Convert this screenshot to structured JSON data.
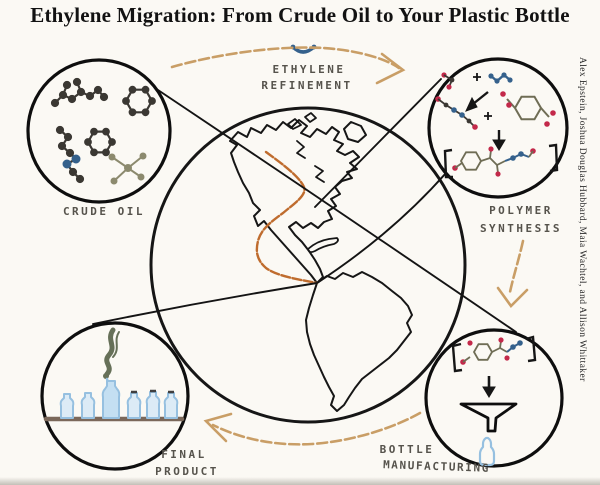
{
  "title": "Ethylene Migration: From Crude Oil to Your Plastic Bottle",
  "credit": "Alex Epstein, Joshua Douglas Hubbard, Maia Wachtel, and Allison Whittaker",
  "stages": {
    "crude_oil": "CRUDE OIL",
    "refinement_line1": "ETHYLENE",
    "refinement_line2": "REFINEMENT",
    "polymer_line1": "POLYMER",
    "polymer_line2": "SYNTHESIS",
    "bottle_line1": "BOTTLE",
    "bottle_line2": "MANUFACTURING",
    "final_line1": "FINAL",
    "final_line2": "PRODUCT"
  },
  "icons": {
    "globe": "globe-americas-embroidered",
    "migration_route": "orange-route-stitch",
    "ethylene_molecule": "blue-ethylene-stitch",
    "crude_oil_circle": "crude-oil-molecules",
    "polymer_circle": "polymer-synthesis-reaction",
    "bottle_circle": "funnel-molding-bottle",
    "final_circle": "filled-water-bottles-on-shelf",
    "flow_arrows": "tan-running-stitch-arrows",
    "connection_threads": "black-thread-lines"
  },
  "colors": {
    "background": "#fbf9f4",
    "thread_black": "#161616",
    "route_orange": "#bf6c2e",
    "arrow_tan": "#c99e66",
    "molecule_dark": "#3b3833",
    "molecule_blue": "#35618c",
    "molecule_red": "#c3294a",
    "molecule_olive": "#8c8a6e",
    "bottle_blue": "#96c0e0",
    "shelf_brown": "#7b685a",
    "machine_green": "#667058",
    "label_gray": "#56534c"
  }
}
